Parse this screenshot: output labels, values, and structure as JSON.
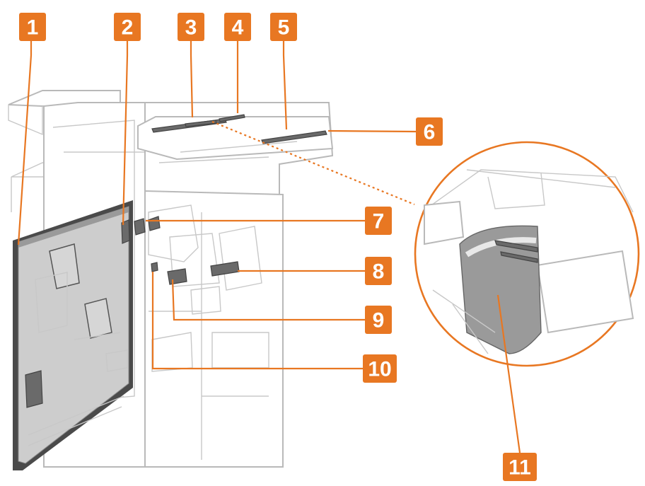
{
  "diagram": {
    "accent_color": "#e87722",
    "callouts": [
      {
        "label": "1"
      },
      {
        "label": "2"
      },
      {
        "label": "3"
      },
      {
        "label": "4"
      },
      {
        "label": "5"
      },
      {
        "label": "6"
      },
      {
        "label": "7"
      },
      {
        "label": "8"
      },
      {
        "label": "9"
      },
      {
        "label": "10"
      },
      {
        "label": "11"
      }
    ]
  }
}
